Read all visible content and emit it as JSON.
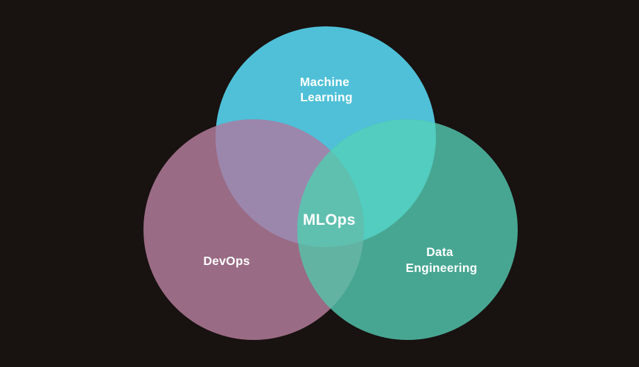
{
  "diagram": {
    "type": "venn",
    "background_color": "#181210",
    "text_color": "#ffffff",
    "sets": [
      {
        "id": "machine-learning",
        "label_lines": [
          "Machine",
          "Learning"
        ],
        "color": "#4fc0d8"
      },
      {
        "id": "devops",
        "label_lines": [
          "DevOps"
        ],
        "color": "#9a6b85"
      },
      {
        "id": "data-engineering",
        "label_lines": [
          "Data",
          "Engineering"
        ],
        "color": "#47a692"
      }
    ],
    "overlaps": [
      {
        "id": "machine-learning-devops",
        "color": "#9c87ac"
      },
      {
        "id": "machine-learning-data-engineering",
        "color": "#52cdbf"
      },
      {
        "id": "devops-data-engineering",
        "color": "#63b3a3"
      },
      {
        "id": "center-all-three",
        "label": "MLOps",
        "color": "#5fc0b0"
      }
    ]
  }
}
